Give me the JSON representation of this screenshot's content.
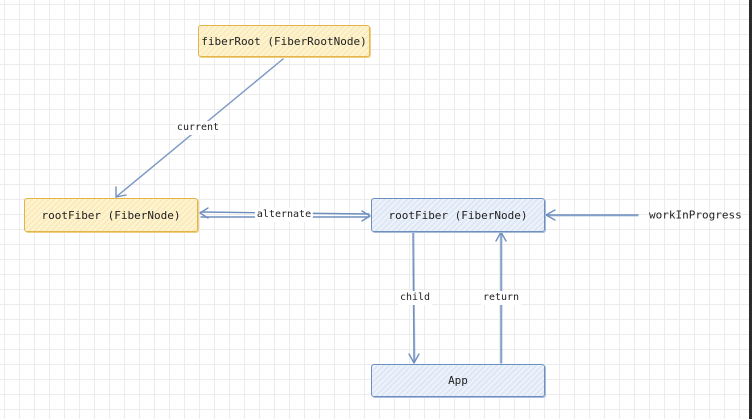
{
  "nodes": {
    "fiber_root": {
      "label": "fiberRoot (FiberRootNode)"
    },
    "current_root_fiber": {
      "label": "rootFiber (FiberNode)"
    },
    "wip_root_fiber": {
      "label": "rootFiber (FiberNode)"
    },
    "app": {
      "label": "App"
    }
  },
  "edge_labels": {
    "current": "current",
    "alternate": "alternate",
    "child": "child",
    "return": "return"
  },
  "pointers": {
    "work_in_progress": "workInProgress"
  },
  "colors": {
    "yellow_node_border": "#e2b44a",
    "blue_node_border": "#6f8fbf",
    "arrow": "#6f8fbf"
  }
}
